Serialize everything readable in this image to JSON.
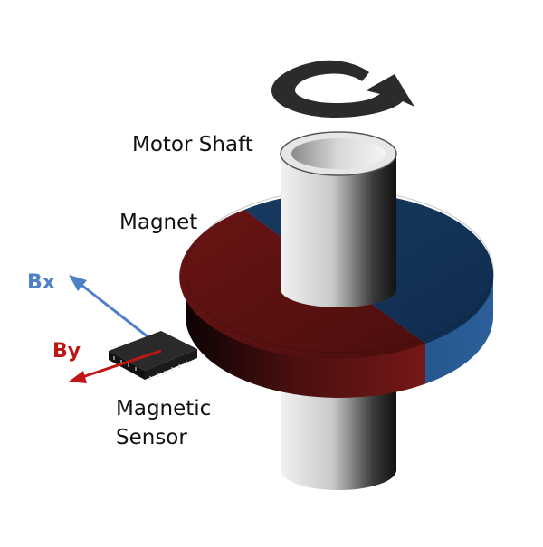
{
  "labels": {
    "motor_shaft": "Motor Shaft",
    "magnet": "Magnet",
    "sensor_line1": "Magnetic",
    "sensor_line2": "Sensor",
    "bx": "Bx",
    "by": "By"
  },
  "colors": {
    "north_pole": "#8a1c1c",
    "south_pole": "#14385e",
    "bx_axis": "#4f7fc7",
    "by_axis": "#c01515",
    "rotation_arrow": "#2b2b2b",
    "sensor_chip": "#1d1d1d"
  },
  "icons": {
    "rotation": "rotation-arrow-icon"
  }
}
